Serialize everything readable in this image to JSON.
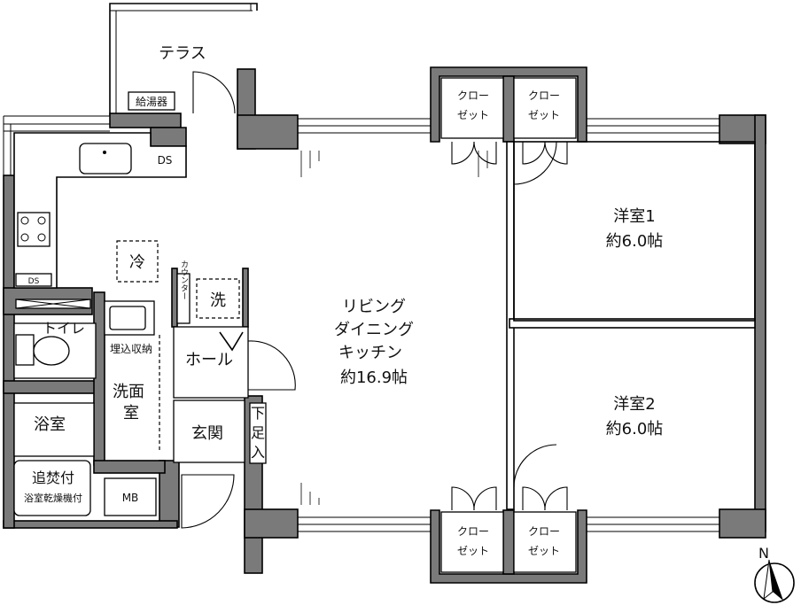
{
  "terrace": "テラス",
  "water_heater": "給湯器",
  "ds_top": "DS",
  "ds_left": "DS",
  "fridge": "冷",
  "counter": "カウンター",
  "washer": "洗",
  "toilet": "トイレ",
  "built_in_storage": "埋込収納",
  "hall": "ホール",
  "washroom": [
    "洗面",
    "室"
  ],
  "bathroom": "浴室",
  "bath_features": [
    "追焚付",
    "浴室乾燥機付"
  ],
  "mb": "MB",
  "entrance": "玄関",
  "shoe_storage": [
    "下",
    "足",
    "入"
  ],
  "ldk": {
    "lines": [
      "リビング",
      "ダイニング",
      "キッチン"
    ],
    "size": "約16.9帖"
  },
  "bedroom1": {
    "name": "洋室1",
    "size": "約6.0帖"
  },
  "bedroom2": {
    "name": "洋室2",
    "size": "約6.0帖"
  },
  "closet": [
    "クロー",
    "ゼット"
  ],
  "north": "N"
}
